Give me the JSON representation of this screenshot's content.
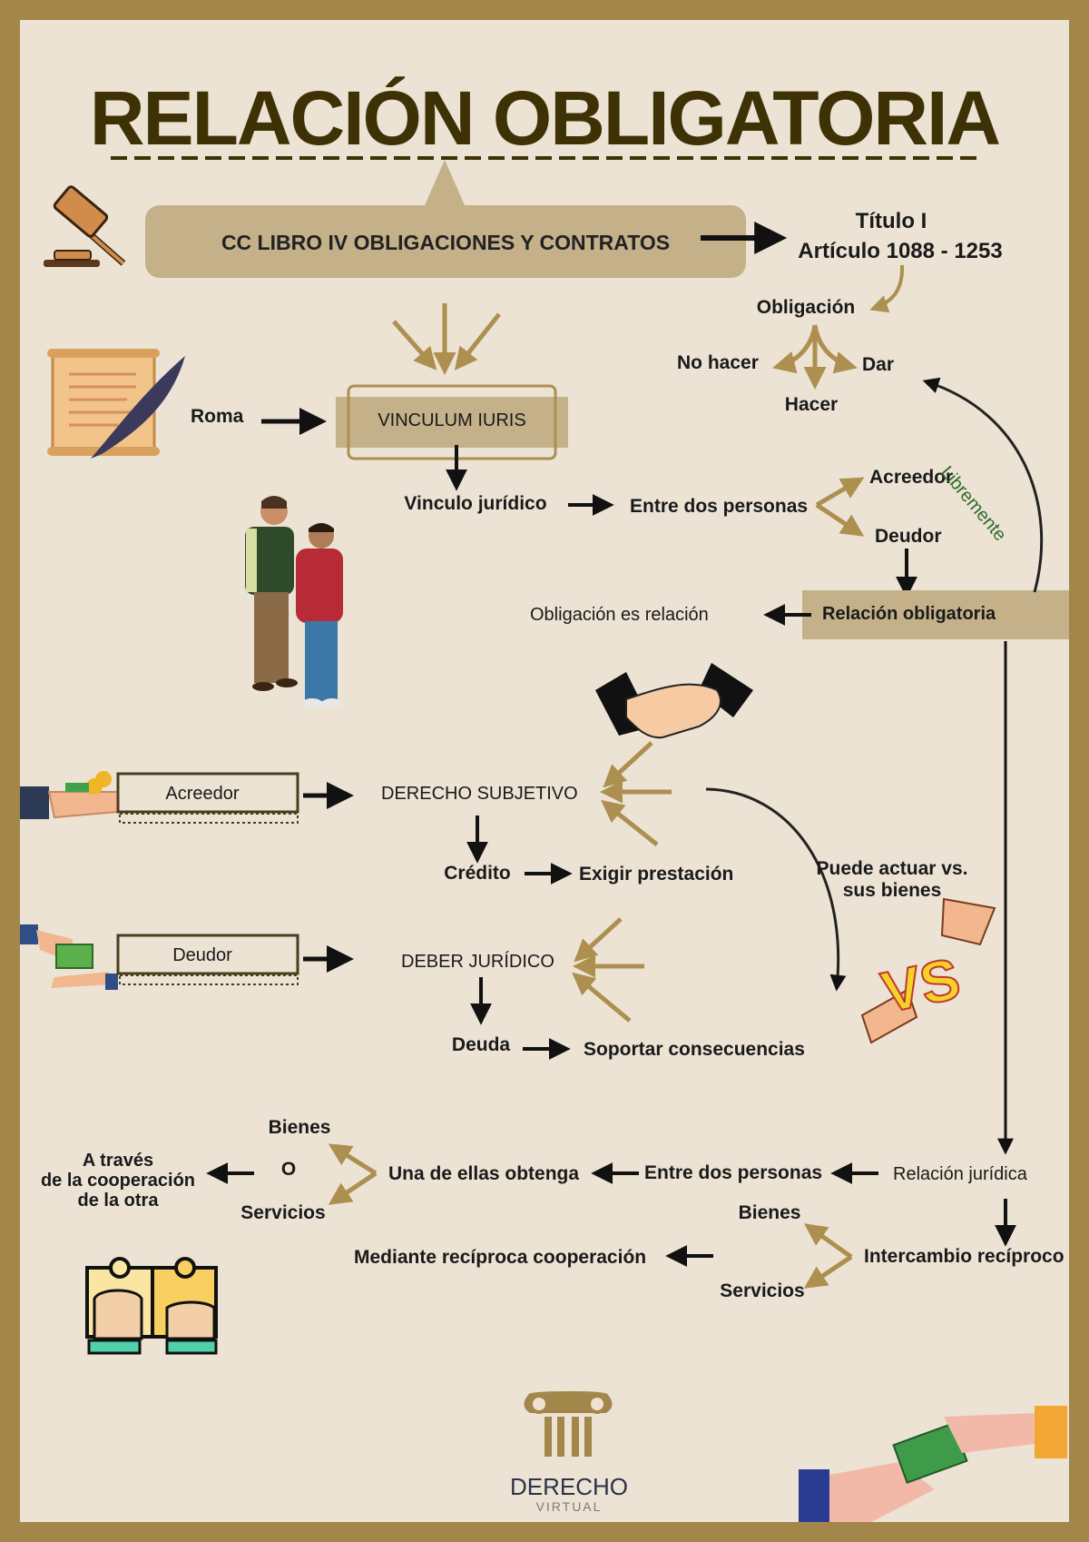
{
  "title": "RELACIÓN OBLIGATORIA",
  "colors": {
    "border": "#a3874a",
    "background": "#ece3d4",
    "accent": "#c4b18a",
    "title": "#3e3106",
    "arrow_gold": "#ad8f4f",
    "green_label": "#2c6b2a"
  },
  "header": {
    "code_box": "CC LIBRO IV OBLIGACIONES Y CONTRATOS",
    "titulo": "Título I",
    "articulo": "Artículo 1088 - 1253"
  },
  "obligacion": {
    "label": "Obligación",
    "types": [
      "No hacer",
      "Hacer",
      "Dar"
    ]
  },
  "origin": {
    "roma": "Roma",
    "vinculum": "VINCULUM IURIS",
    "vinculo": "Vinculo jurídico",
    "entre": "Entre dos personas",
    "acreedor": "Acreedor",
    "deudor": "Deudor",
    "libremente": "Libremente"
  },
  "relacion": {
    "box": "Relación obligatoria",
    "es": "Obligación es relación"
  },
  "acreedor_branch": {
    "tag": "Acreedor",
    "derecho": "DERECHO SUBJETIVO",
    "credito": "Crédito",
    "exigir": "Exigir prestación"
  },
  "deudor_branch": {
    "tag": "Deudor",
    "deber": "DEBER JURÍDICO",
    "deuda": "Deuda",
    "soportar": "Soportar consecuencias"
  },
  "puede": [
    "Puede actuar vs.",
    "sus bienes"
  ],
  "vs_icon": "VS",
  "juridica": {
    "relacion": "Relación jurídica",
    "entre": "Entre dos personas",
    "obtenga": "Una de ellas obtenga",
    "bienes": "Bienes",
    "o": "O",
    "servicios": "Servicios",
    "atraves": [
      "A través",
      "de la  cooperación",
      "de la otra"
    ],
    "intercambio": "Intercambio recíproco",
    "bienes2": "Bienes",
    "servicios2": "Servicios",
    "mediante": "Mediante recíproca cooperación"
  },
  "logo": {
    "name": "DERECHO",
    "sub": "VIRTUAL"
  },
  "icons": [
    "gavel-icon",
    "scroll-quill-icon",
    "people-icon",
    "handshake-icon",
    "hand-coins-icon",
    "hand-cash-icon",
    "vs-fists-icon",
    "puzzle-hands-icon",
    "column-icon",
    "money-exchange-icon"
  ]
}
